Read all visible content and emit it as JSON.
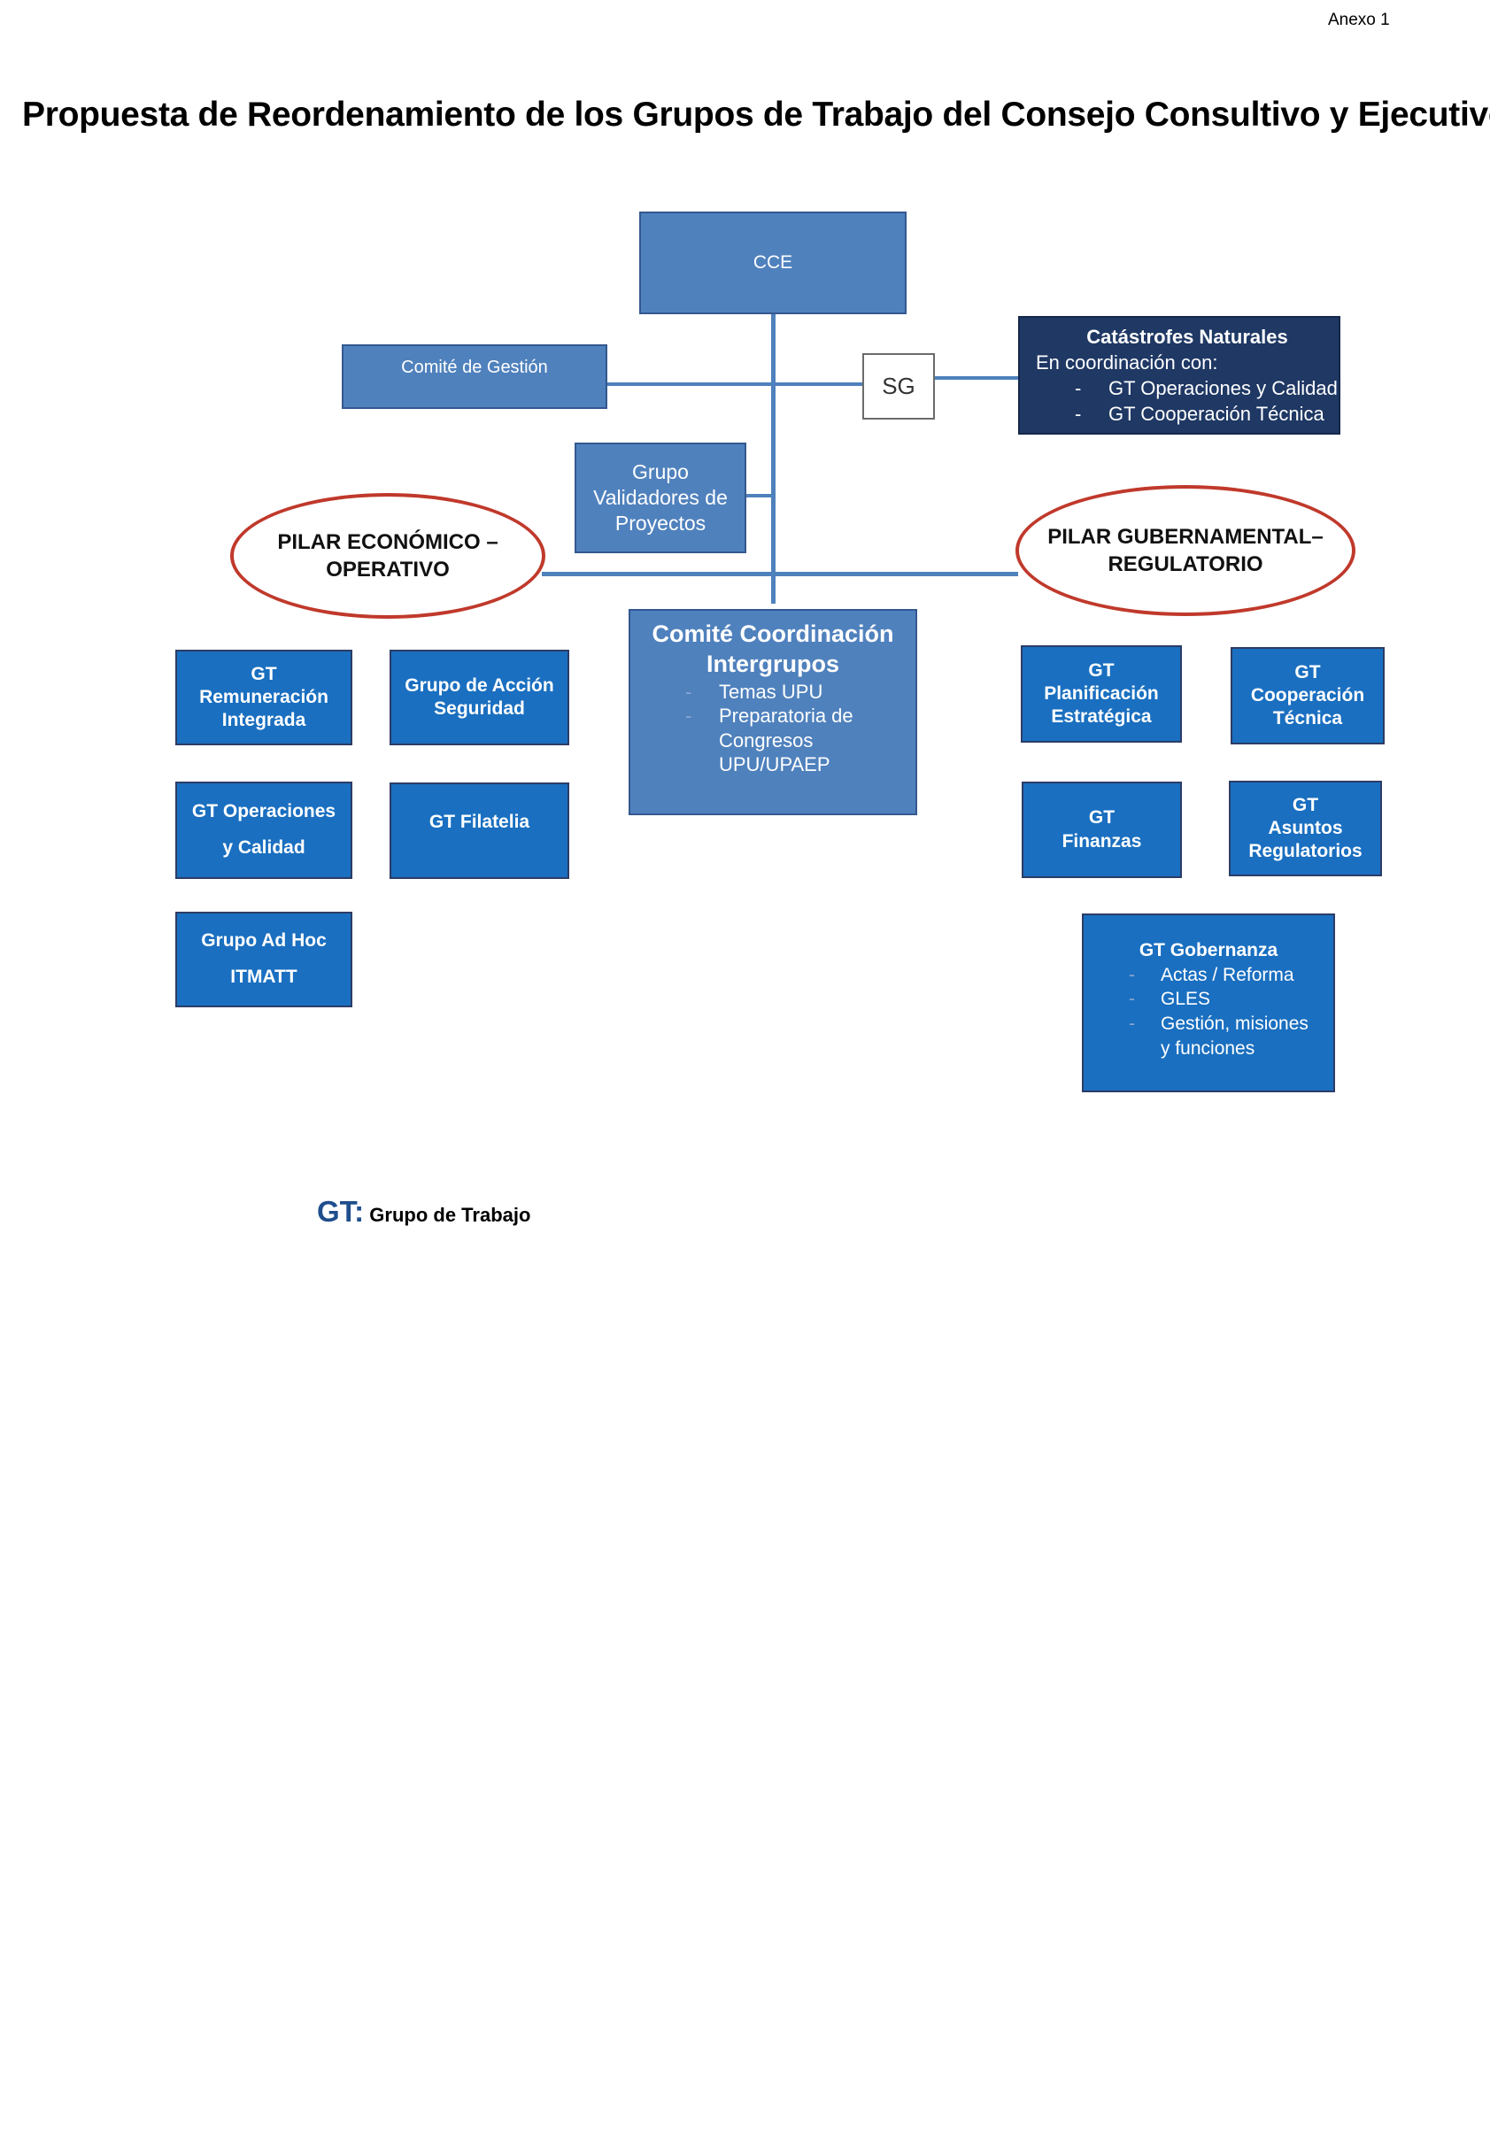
{
  "annex": "Anexo 1",
  "title": "Propuesta  de Reordenamiento de los Grupos de Trabajo del Consejo Consultivo y Ejecutivo",
  "nodes": {
    "cce": "CCE",
    "comite_gestion": "Comité de Gestión",
    "sg": "SG",
    "catastrofes": {
      "title": "Catástrofes Naturales",
      "subtitle": "En coordinación con:",
      "items": [
        "GT Operaciones y Calidad",
        "GT Cooperación Técnica"
      ]
    },
    "validadores": [
      "Grupo",
      "Validadores de",
      "Proyectos"
    ],
    "pilar_economico": [
      "PILAR ECONÓMICO –",
      "OPERATIVO"
    ],
    "pilar_gubernamental": [
      "PILAR GUBERNAMENTAL–",
      "REGULATORIO"
    ],
    "comite_coordinacion": {
      "title": [
        "Comité Coordinación",
        "Intergrupos"
      ],
      "items": [
        "Temas UPU",
        "Preparatoria de Congresos UPU/UPAEP"
      ]
    },
    "gt_remuneracion": [
      "GT",
      "Remuneración",
      "Integrada"
    ],
    "grupo_seguridad": [
      "Grupo de Acción",
      "Seguridad"
    ],
    "gt_operaciones": [
      "GT Operaciones",
      "y Calidad"
    ],
    "gt_filatelia": "GT Filatelia",
    "grupo_itmatt": [
      "Grupo Ad Hoc",
      "ITMATT"
    ],
    "gt_planificacion": [
      "GT",
      "Planificación",
      "Estratégica"
    ],
    "gt_cooperacion": [
      "GT",
      "Cooperación",
      "Técnica"
    ],
    "gt_finanzas": [
      "GT",
      "Finanzas"
    ],
    "gt_asuntos": [
      "GT",
      "Asuntos",
      "Regulatorios"
    ],
    "gt_gobernanza": {
      "title": "GT Gobernanza",
      "items": [
        "Actas / Reforma",
        "GLES",
        "Gestión, misiones y funciones"
      ]
    }
  },
  "legend": {
    "abbr": "GT:",
    "text": "Grupo de Trabajo"
  },
  "colors": {
    "connector": "#4f81bd",
    "light_box": "#4f81bd",
    "dark_box": "#1f3864",
    "gt_box": "#1a6fc0",
    "oval_border": "#c0392b"
  }
}
